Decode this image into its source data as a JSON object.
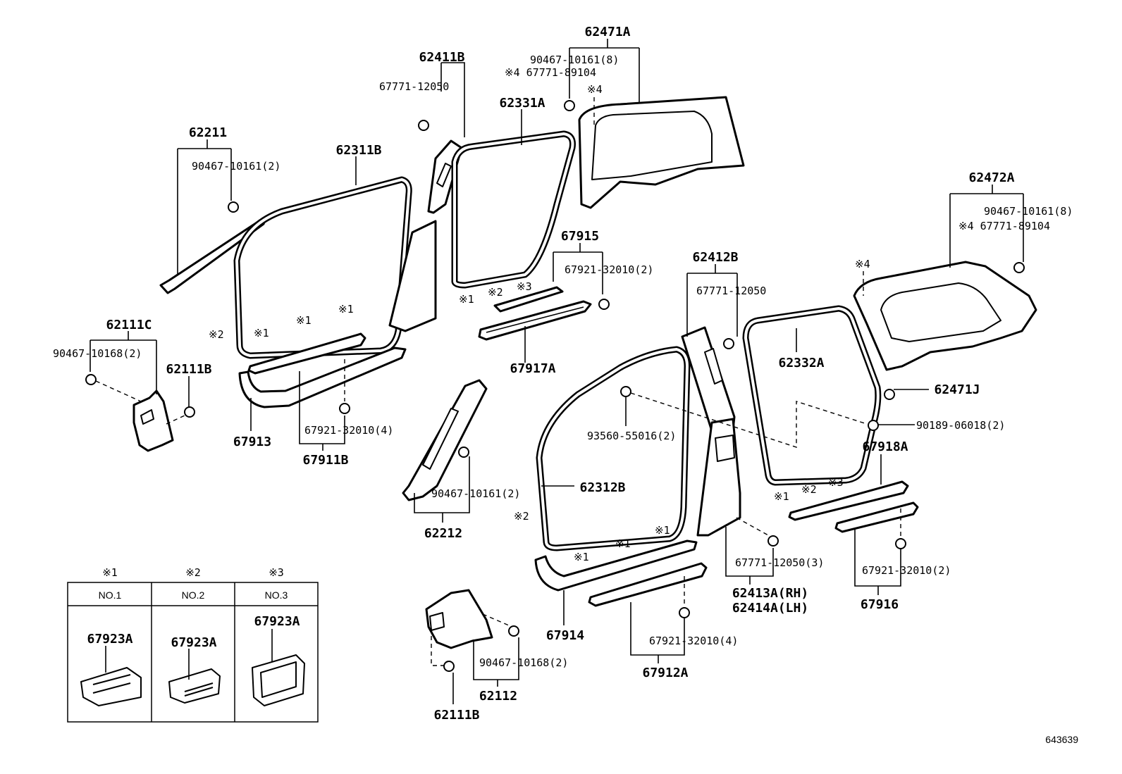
{
  "labels": {
    "l62471A": "62471A",
    "l90467_10161_8_a": "90467-10161(8)",
    "l67771_89104_a": "※4 67771-89104",
    "l62411B": "62411B",
    "l67771_12050_a": "67771-12050",
    "l62331A": "62331A",
    "lmark4_a": "※4",
    "l62211": "62211",
    "l90467_10161_2_a": "90467-10161(2)",
    "l62311B": "62311B",
    "l67915": "67915",
    "l67921_32010_2_a": "67921-32010(2)",
    "l62472A": "62472A",
    "l90467_10161_8_b": "90467-10161(8)",
    "l67771_89104_b": "※4 67771-89104",
    "l62412B": "62412B",
    "l67771_12050_b": "67771-12050",
    "lmark4_b": "※4",
    "l62111C": "62111C",
    "l90467_10168_2_a": "90467-10168(2)",
    "l62111B_a": "62111B",
    "l67917A": "67917A",
    "l62332A": "62332A",
    "l62471J": "62471J",
    "l93560_55016": "93560-55016(2)",
    "l90189_06018": "90189-06018(2)",
    "l67918A": "67918A",
    "l67913": "67913",
    "l67921_32010_4_a": "67921-32010(4)",
    "l67911B": "67911B",
    "l62312B": "62312B",
    "l90467_10161_2_b": "90467-10161(2)",
    "l62212": "62212",
    "l67771_12050_3": "67771-12050(3)",
    "l62413A": "62413A(RH)",
    "l62414A": "62414A(LH)",
    "l67921_32010_2_b": "67921-32010(2)",
    "l67916": "67916",
    "l67914": "67914",
    "l67921_32010_4_b": "67921-32010(4)",
    "l67912A": "67912A",
    "l90467_10168_2_b": "90467-10168(2)",
    "l62112": "62112",
    "l62111B_b": "62111B",
    "diagram_id": "643639"
  },
  "markers": {
    "m2_a": "※2",
    "m1_a": "※1",
    "m1_b": "※1",
    "m1_c": "※1",
    "m1_d": "※1",
    "m2_b": "※2",
    "m3_a": "※3",
    "m1_e": "※1",
    "m2_c": "※2",
    "m3_b": "※3",
    "m2_d": "※2",
    "m1_f": "※1",
    "m1_g": "※1",
    "m1_h": "※1"
  },
  "legend": {
    "col1": {
      "mark": "※1",
      "header": "NO.1",
      "part": "67923A"
    },
    "col2": {
      "mark": "※2",
      "header": "NO.2",
      "part": "67923A"
    },
    "col3": {
      "mark": "※3",
      "header": "NO.3",
      "part": "67923A"
    }
  }
}
